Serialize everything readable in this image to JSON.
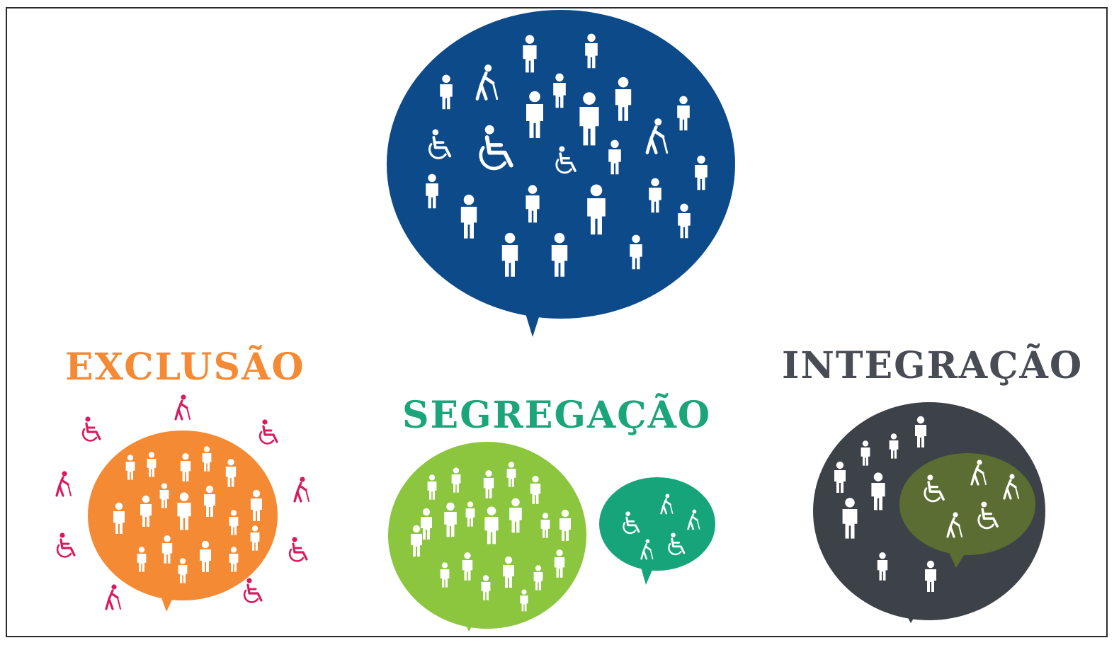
{
  "labels": {
    "exclusao": "EXCLUSÃO",
    "segregacao": "SEGREGAÇÃO",
    "integracao": "INTEGRAÇÃO"
  },
  "colors": {
    "frame_border": "#2b2b2b",
    "blue_bubble": "#0d4a8a",
    "exclusao_orange": "#f58a34",
    "exclusao_magenta": "#d81b60",
    "segregacao_lime": "#8cc63f",
    "segregacao_teal": "#16a57b",
    "segregacao_label": "#1aa67a",
    "integracao_dark": "#3d4248",
    "integracao_olive": "#5b6d33",
    "integracao_label": "#4a4c55",
    "figure_white": "#ffffff"
  },
  "icons": {
    "person": "person-icon",
    "wheelchair": "wheelchair-icon",
    "elderly": "elderly-cane-icon"
  }
}
